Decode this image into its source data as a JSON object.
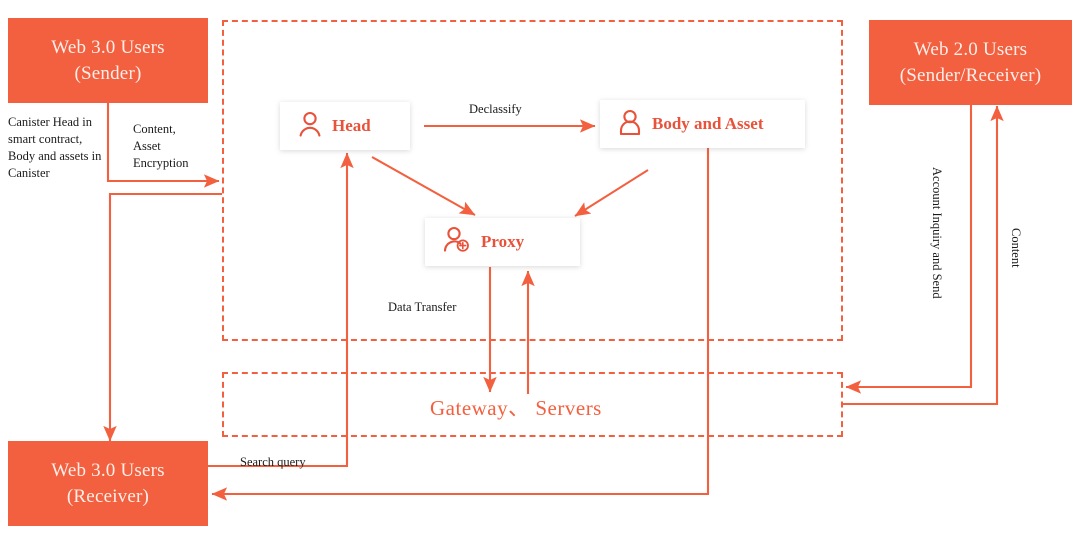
{
  "diagram": {
    "title": "Web 3.0 / Web 2.0 content and asset flow architecture",
    "colors": {
      "accent": "#F2603F",
      "accent_text": "#E8523A",
      "box_text": "#FDEEE9",
      "annotation_text": "#1a1a1a",
      "background": "#FFFFFF"
    },
    "actors": [
      {
        "id": "web3-sender",
        "line1": "Web 3.0 Users",
        "line2": "(Sender)"
      },
      {
        "id": "web3-receiver",
        "line1": "Web 3.0 Users",
        "line2": "(Receiver)"
      },
      {
        "id": "web2-user",
        "line1": "Web 2.0 Users",
        "line2": "(Sender/Receiver)"
      }
    ],
    "nodes": [
      {
        "id": "head",
        "label": "Head",
        "icon": "person-icon"
      },
      {
        "id": "body-asset",
        "label": "Body and Asset",
        "icon": "person-icon"
      },
      {
        "id": "proxy",
        "label": "Proxy",
        "icon": "person-add-icon"
      }
    ],
    "zones": [
      {
        "id": "blockchain-zone",
        "title": ""
      },
      {
        "id": "gateway-zone",
        "title": "Gateway、 Servers"
      }
    ],
    "edge_labels": {
      "canister": "Canister Head in\nsmart contract,\nBody and assets in\nCanister",
      "content_asset_encryption": "Content,\nAsset\nEncryption",
      "declassify": "Declassify",
      "data_transfer": "Data Transfer",
      "search_query": "Search query",
      "account_inquiry": "Account Inquiry and Send",
      "content": "Content"
    }
  }
}
